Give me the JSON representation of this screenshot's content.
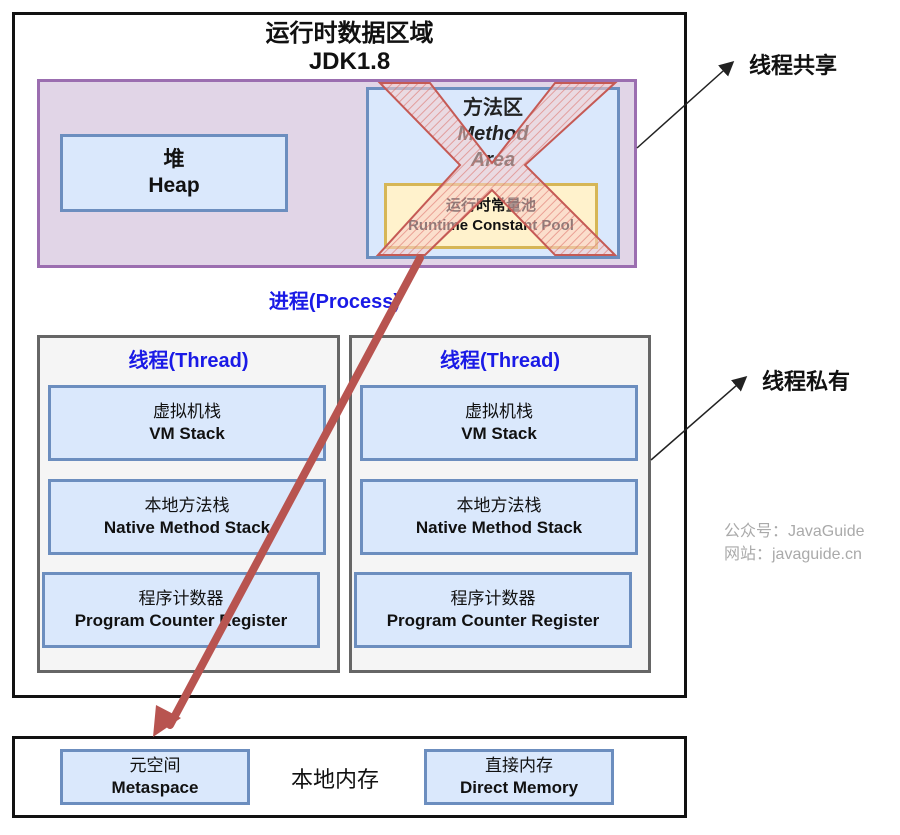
{
  "runtime_data_area": {
    "title": "运行时数据区域",
    "subtitle": "JDK1.8"
  },
  "heap": {
    "zh": "堆",
    "en": "Heap"
  },
  "method_area": {
    "zh": "方法区",
    "en_line1": "Method",
    "en_line2": "Area",
    "status": "removed (crossed out)"
  },
  "runtime_constant_pool": {
    "zh": "运行时常量池",
    "en": "Runtime Constant Pool"
  },
  "process_label": "进程(Process)",
  "threads": [
    {
      "title": "线程(Thread)",
      "components": [
        {
          "zh": "虚拟机栈",
          "en": "VM Stack"
        },
        {
          "zh": "本地方法栈",
          "en": "Native Method Stack"
        },
        {
          "zh": "程序计数器",
          "en": "Program Counter Register"
        }
      ]
    },
    {
      "title": "线程(Thread)",
      "components": [
        {
          "zh": "虚拟机栈",
          "en": "VM Stack"
        },
        {
          "zh": "本地方法栈",
          "en": "Native Method Stack"
        },
        {
          "zh": "程序计数器",
          "en": "Program Counter Register"
        }
      ]
    }
  ],
  "annotations": {
    "thread_shared": "线程共享",
    "thread_private": "线程私有"
  },
  "native_memory": {
    "label": "本地内存",
    "metaspace": {
      "zh": "元空间",
      "en": "Metaspace"
    },
    "direct_memory": {
      "zh": "直接内存",
      "en": "Direct Memory"
    }
  },
  "watermark": {
    "line1": "公众号：JavaGuide",
    "line2": "网站：javaguide.cn"
  },
  "colors": {
    "shared_fill": "#e1d5e7",
    "shared_border": "#9b6eb0",
    "component_fill": "#dae8fc",
    "component_border": "#6c8ebf",
    "pool_fill": "#fff2cc",
    "pool_border": "#d6b656",
    "thread_fill": "#f5f5f5",
    "label_blue": "#1a1ae6",
    "migration_arrow": "#b85450"
  }
}
